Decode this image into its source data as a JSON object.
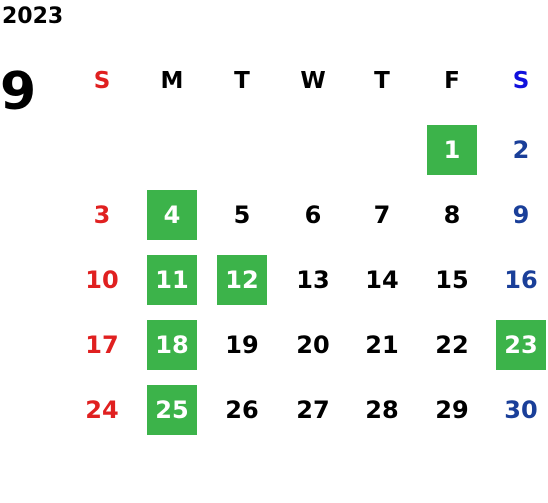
{
  "calendar": {
    "year": "2023",
    "month": "9",
    "weekdays": [
      "S",
      "M",
      "T",
      "W",
      "T",
      "F",
      "S"
    ],
    "colors": {
      "sunday": "#e02020",
      "saturday": "#1a3f99",
      "saturday_header": "#1010dd",
      "weekday": "#000000",
      "highlight_bg": "#3cb34a",
      "highlight_text": "#ffffff"
    },
    "weeks": [
      [
        "",
        "",
        "",
        "",
        "",
        "1",
        "2"
      ],
      [
        "3",
        "4",
        "5",
        "6",
        "7",
        "8",
        "9"
      ],
      [
        "10",
        "11",
        "12",
        "13",
        "14",
        "15",
        "16"
      ],
      [
        "17",
        "18",
        "19",
        "20",
        "21",
        "22",
        "23"
      ],
      [
        "24",
        "25",
        "26",
        "27",
        "28",
        "29",
        "30"
      ]
    ],
    "highlighted_days": [
      "1",
      "4",
      "11",
      "12",
      "18",
      "23",
      "25"
    ]
  }
}
